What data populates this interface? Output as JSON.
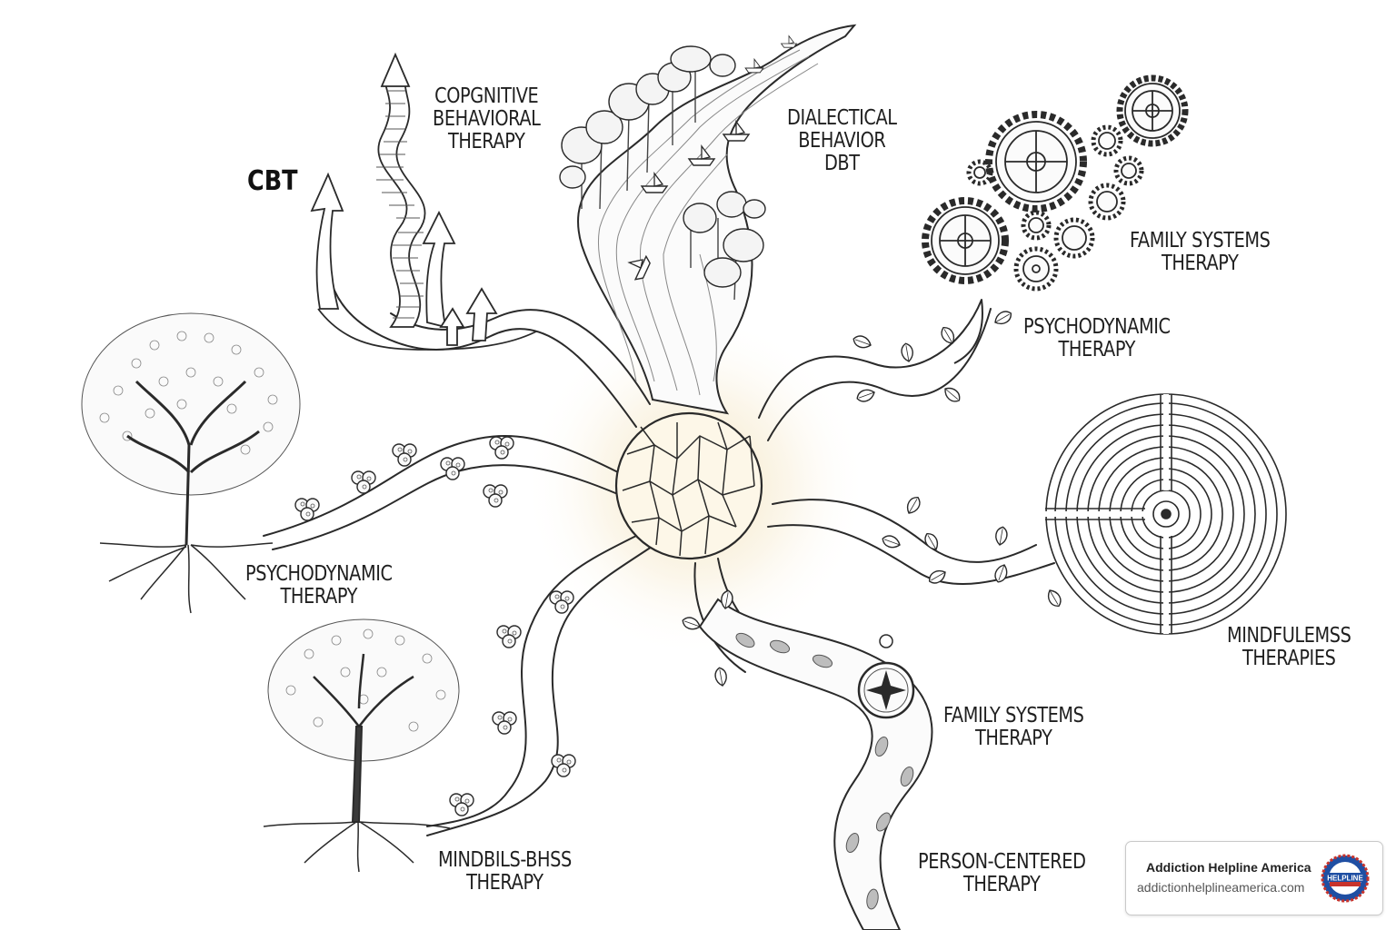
{
  "cbt_label": "CBT",
  "labels": {
    "cognitive_behavioral": [
      "COPGNITIVE",
      "BEHAVIORAL",
      "THERAPY"
    ],
    "dialectical": [
      "DIALECTICAL",
      "BEHAVIOR",
      "DBT"
    ],
    "family_systems_gears": [
      "FAMILY SYSTEMS",
      "THERAPY"
    ],
    "psychodynamic_vine": [
      "PSYCHODYNAMIC",
      "THERAPY"
    ],
    "psychodynamic_tree": [
      "PSYCHODYNAMIC",
      "THERAPY"
    ],
    "mindfulness_maze": [
      "MINDFULEMSS",
      "THERAPIES"
    ],
    "family_systems_compass": [
      "FAMILY SYSTEMS",
      "THERAPY"
    ],
    "mindbils_tree": [
      "MINDBILS-BHSS",
      "THERAPY"
    ],
    "person_centered": [
      "PERSON-CENTERED",
      "THERAPY"
    ]
  },
  "badge": {
    "name": "Addiction Helpline America",
    "url": "addictionhelplineamerica.com",
    "seal_text": "HELPLINE"
  },
  "colors": {
    "ink": "#2a2a2a",
    "glow": "#f3e2b8",
    "seal_blue": "#1f4fa3",
    "seal_red": "#c8332b"
  }
}
